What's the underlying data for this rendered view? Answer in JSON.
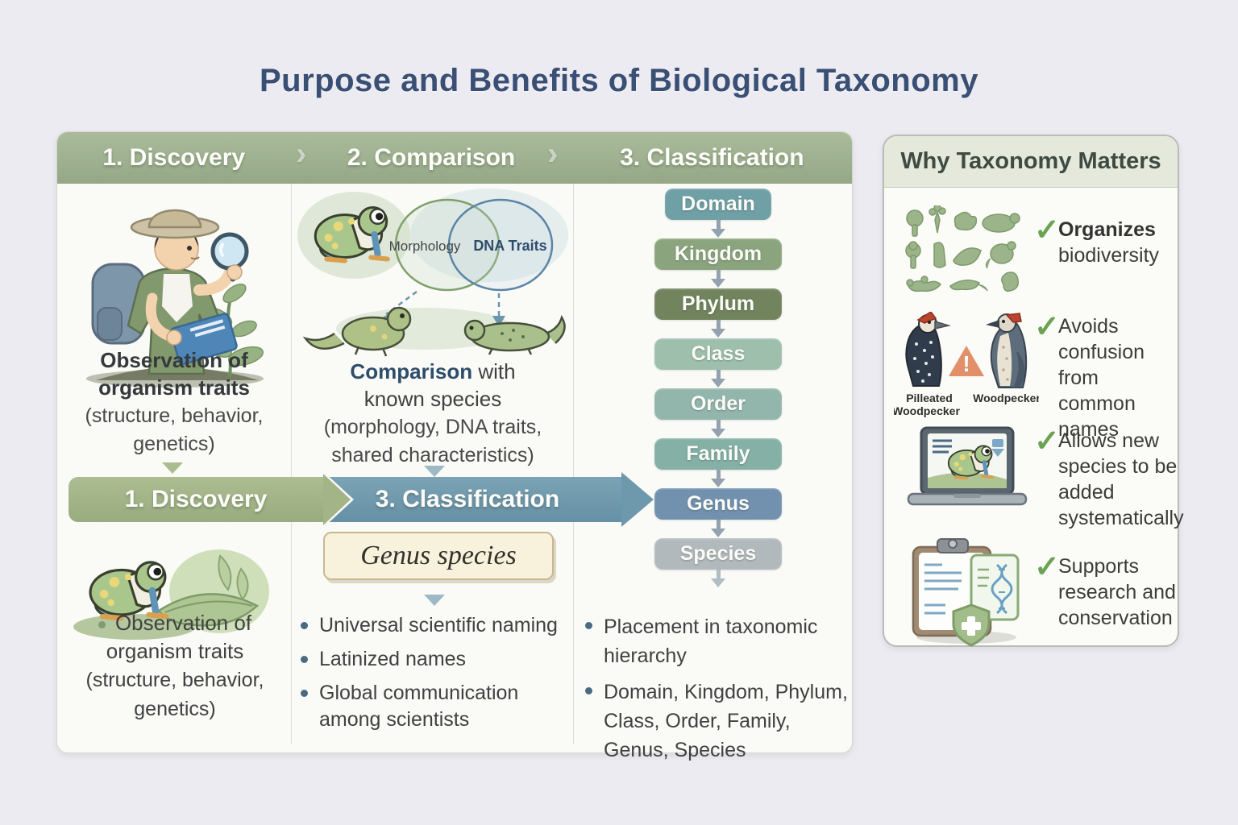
{
  "title": "Purpose and Benefits of Biological Taxonomy",
  "palette": {
    "background": "#ECEBF1",
    "panel_bg": "#FAFAF7",
    "header_green": "#9DB18F",
    "title_text": "#3A4F74",
    "accent_blue": "#2E4D6B",
    "banner_green": "#A3B487",
    "banner_blue": "#6E98AC",
    "check_green": "#6BA352",
    "warning_orange": "#E08A5F",
    "binomial_box_bg": "#F8F1DC",
    "binomial_box_border": "#C8B88E"
  },
  "process_panel": {
    "steps": [
      "1. Discovery",
      "2. Comparison",
      "3. Classification"
    ],
    "step_chevron": "›",
    "discovery": {
      "caption_lines": [
        "Observation of",
        "organism traits"
      ],
      "paren_lines": [
        "(structure, behavior,",
        "genetics)"
      ]
    },
    "comparison": {
      "venn_left_label": "Morphology",
      "venn_right_label": "DNA Traits",
      "caption_strong": "Comparison",
      "caption_after_strong": " with",
      "caption_line2": "known species",
      "paren_lines": [
        "(morphology, DNA traits,",
        "shared characteristics)"
      ]
    },
    "flow_banner": {
      "left_label": "1. Discovery",
      "right_label": "3. Classification"
    },
    "hierarchy": [
      {
        "label": "Domain",
        "color": "#6FA0A6"
      },
      {
        "label": "Kingdom",
        "color": "#8AA47D"
      },
      {
        "label": "Phylum",
        "color": "#71845E"
      },
      {
        "label": "Class",
        "color": "#9DBFAC"
      },
      {
        "label": "Order",
        "color": "#92B5AC"
      },
      {
        "label": "Family",
        "color": "#84B0A5"
      },
      {
        "label": "Genus",
        "color": "#7191AE"
      },
      {
        "label": "Species",
        "color": "#B2B9BC"
      }
    ],
    "discovery_bottom": {
      "bullet_lines": [
        "Observation of",
        "organism traits"
      ],
      "paren_lines": [
        "(structure, behavior,",
        "genetics)"
      ]
    },
    "naming": {
      "binomial_label": "Genus species",
      "bullets": [
        "Universal scientific naming",
        "Latinized names",
        "Global communication among scientists"
      ]
    },
    "classification_bottom": {
      "bullets": [
        "Placement in taxonomic hierarchy",
        "Domain, Kingdom, Phylum, Class, Order, Family, Genus, Species"
      ]
    }
  },
  "benefits_panel": {
    "title": "Why Taxonomy Matters",
    "check_glyph": "✓",
    "warning_glyph": "!",
    "items": [
      {
        "strong": "Organizes",
        "rest": "biodiversity"
      },
      {
        "text": "Avoids confusion from common names",
        "bird1_line1": "Pilleated",
        "bird1_line2": "Woodpecker",
        "bird2": "Woodpecker"
      },
      {
        "text": "Allows new species to be added systematically"
      },
      {
        "text": "Supports research and conservation"
      }
    ]
  }
}
